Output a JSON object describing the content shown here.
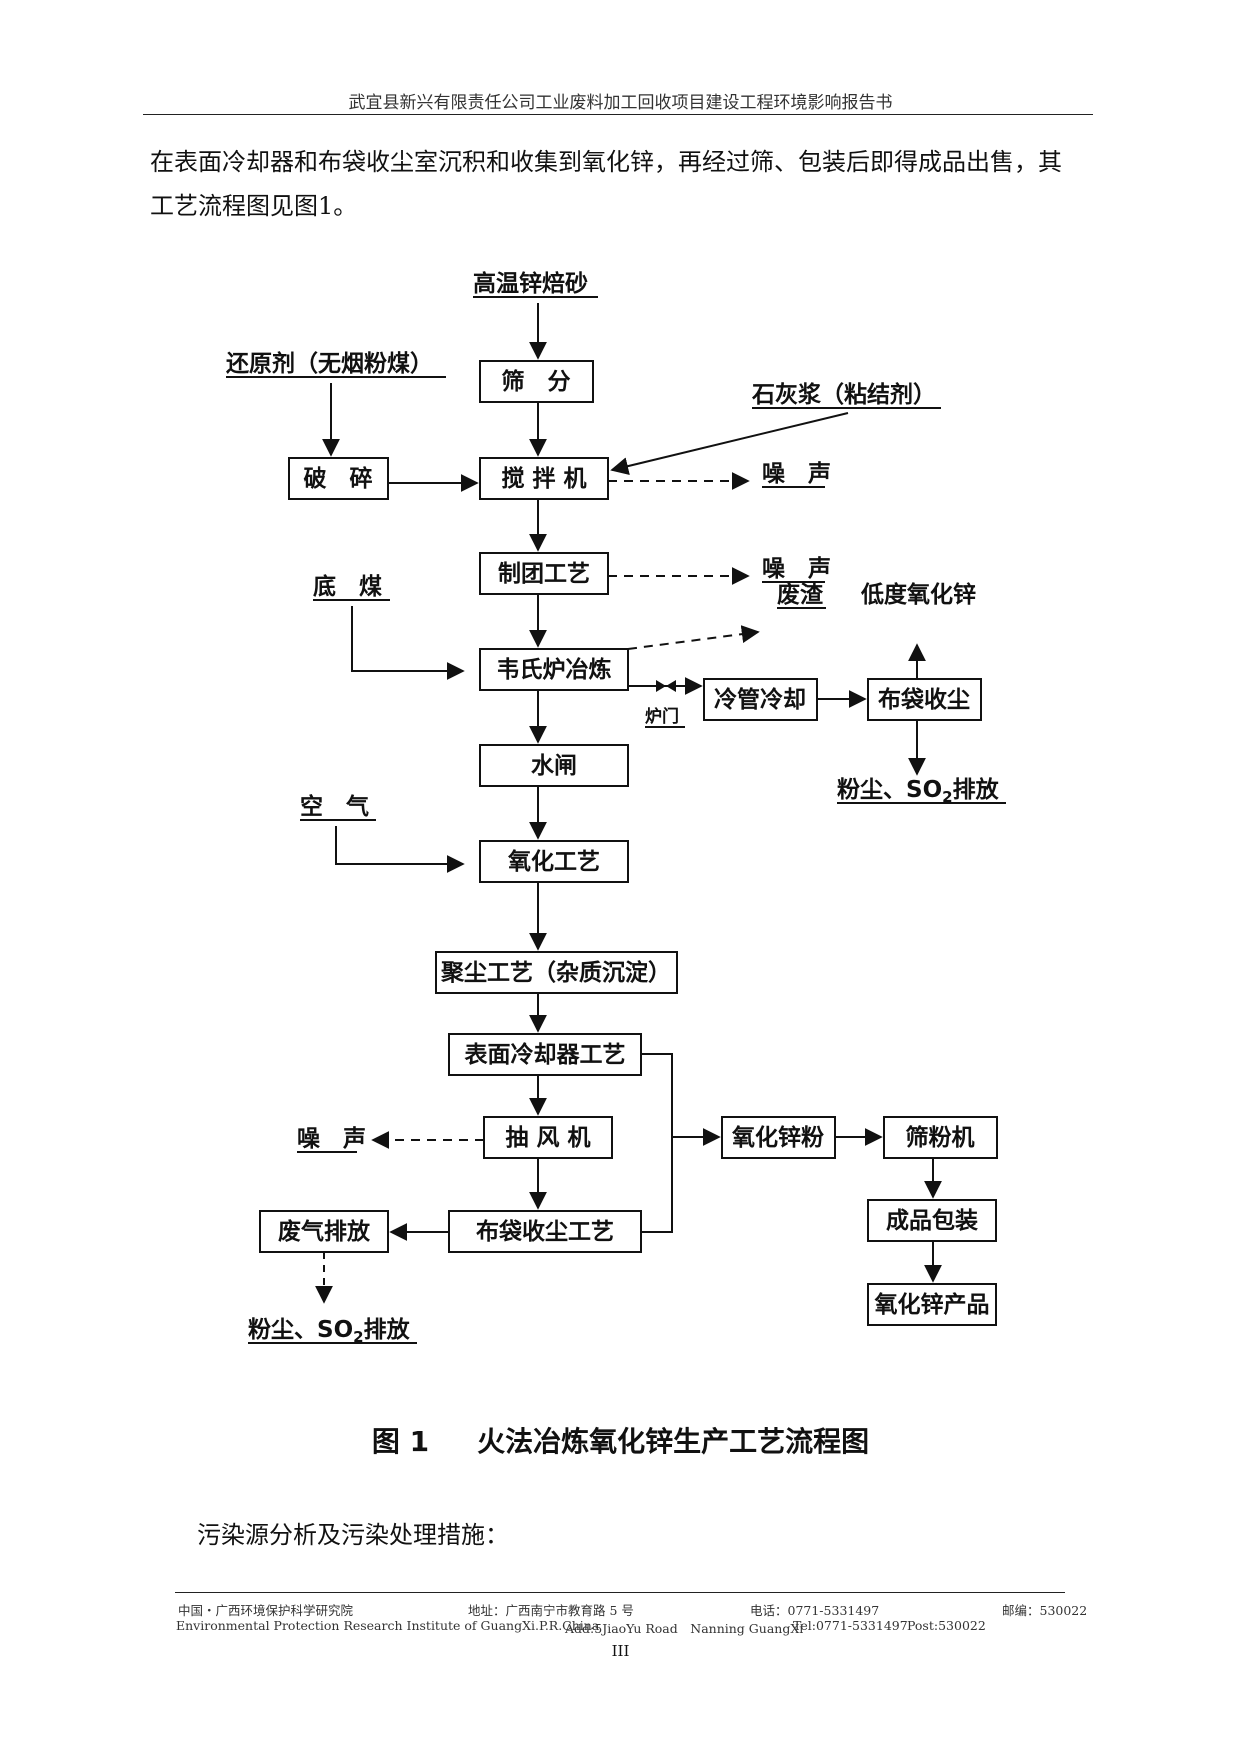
{
  "header": {
    "title": "武宜县新兴有限责任公司工业废料加工回收项目建设工程环境影响报告书"
  },
  "intro": {
    "line1": "在表面冷却器和布袋收尘室沉积和收集到氧化锌，再经过筛、包装后即得成品出售，其",
    "line2": "工艺流程图见图1。"
  },
  "diagram": {
    "labels": {
      "input_calcine": "高温锌焙砂",
      "reductant": "还原剂（无烟粉煤）",
      "lime": "石灰浆（粘结剂）",
      "bottom_coal": "底　煤",
      "air": "空　气",
      "noise1": "噪　声",
      "noise2": "噪　声",
      "noise3": "噪　声",
      "slag": "废渣",
      "low_zno": "低度氧化锌",
      "emission1": "粉尘、SO",
      "emission1_sub": "2",
      "emission1_tail": "排放",
      "emission2": "粉尘、SO",
      "emission2_sub": "2",
      "emission2_tail": "排放",
      "furnace_door": "炉门"
    },
    "boxes": {
      "screen": "筛　分",
      "crush": "破　碎",
      "mixer": "搅 拌 机",
      "pellet": "制团工艺",
      "waelz": "韦氏炉冶炼",
      "cold_pipe": "冷管冷却",
      "bag1": "布袋收尘",
      "water_gate": "水闸",
      "oxidation": "氧化工艺",
      "dust_collect": "聚尘工艺（杂质沉淀）",
      "surface_cooler": "表面冷却器工艺",
      "fan": "抽 风 机",
      "zno_powder": "氧化锌粉",
      "sieve_machine": "筛粉机",
      "bag2": "布袋收尘工艺",
      "exhaust": "废气排放",
      "packing": "成品包装",
      "product": "氧化锌产品"
    }
  },
  "caption": {
    "number": "图 1",
    "title": "火法冶炼氧化锌生产工艺流程图"
  },
  "after_text": "污染源分析及污染处理措施：",
  "footer": {
    "institute_cn": "中国・广西环境保护科学研究院",
    "address_cn": "地址：广西南宁市教育路 5 号",
    "tel_cn": "电话：0771-5331497",
    "post_cn": "邮编：530022",
    "institute_en": "Environmental Protection Research Institute of GuangXi.P.R.China",
    "address_en": "Add:5JiaoYu Road　Nanning GuangXi",
    "tel_en": "Tel:0771-5331497",
    "post_en": "Post:530022",
    "page": "III"
  }
}
